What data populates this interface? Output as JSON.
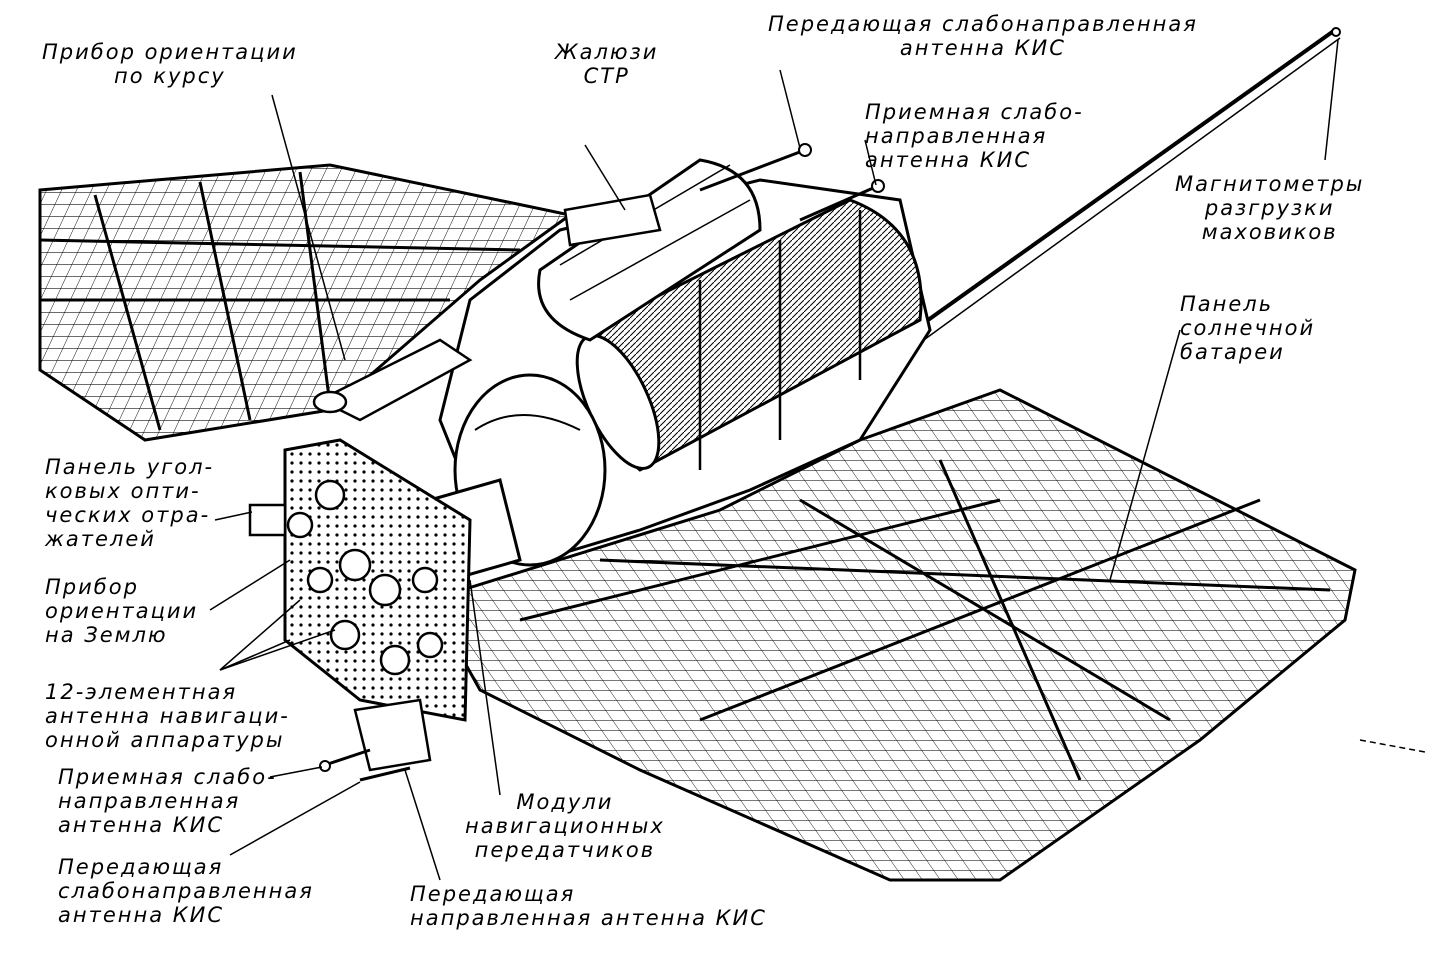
{
  "labels": {
    "heading_sensor": [
      "Прибор ориентации",
      "по курсу"
    ],
    "str_louvers": [
      "Жалюзи",
      "СТР"
    ],
    "tx_low_gain_top": [
      "Передающая слабонаправленная",
      "антенна КИС"
    ],
    "rx_low_gain_top": [
      "Приемная слабо-",
      "направленная",
      "антенна КИС"
    ],
    "magnetometers": [
      "Магнитометры",
      "разгрузки",
      "маховиков"
    ],
    "solar_panel": [
      "Панель",
      "солнечной",
      "батареи"
    ],
    "corner_reflectors": [
      "Панель угол-",
      "ковых опти-",
      "ческих отра-",
      "жателей"
    ],
    "earth_sensor": [
      "Прибор",
      "ориентации",
      "на Землю"
    ],
    "nav_antenna": [
      "12-элементная",
      "антенна навигаци-",
      "онной аппаратуры"
    ],
    "rx_low_gain_bottom": [
      "Приемная слабо-",
      "направленная",
      "антенна КИС"
    ],
    "tx_low_gain_bottom": [
      "Передающая",
      "слабонаправленная",
      "антенна КИС"
    ],
    "nav_transmitters": [
      "Модули",
      "навигационных",
      "передатчиков"
    ],
    "tx_directional": [
      "Передающая",
      "направленная антенна КИС"
    ]
  },
  "colors": {
    "ink": "#000000",
    "paper": "#ffffff"
  }
}
